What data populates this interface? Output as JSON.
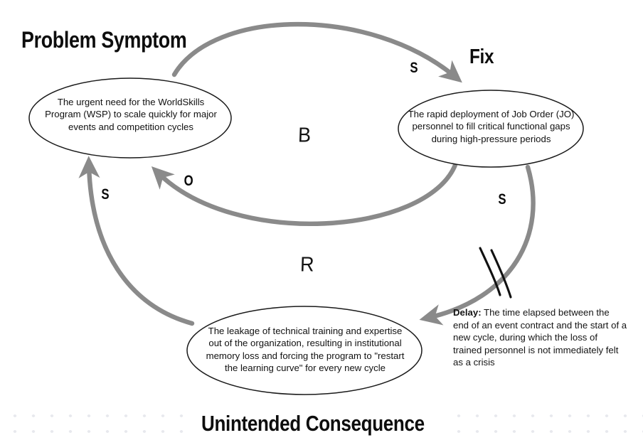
{
  "diagram": {
    "title_labels": {
      "problem_symptom": "Problem Symptom",
      "fix": "Fix",
      "unintended_consequence": "Unintended Consequence"
    },
    "nodes": [
      {
        "id": "problem-symptom",
        "role": "Problem Symptom",
        "text": "The urgent need for the WorldSkills Program (WSP) to scale quickly for major events and competition cycles"
      },
      {
        "id": "fix",
        "role": "Fix",
        "text": "The rapid deployment of Job Order (JO) personnel to fill critical functional gaps during high-pressure periods"
      },
      {
        "id": "unintended-consequence",
        "role": "Unintended Consequence",
        "text": "The leakage of technical training and expertise out of the organization, resulting in institutional memory loss and forcing the program to \"restart the learning curve\" for every new cycle"
      }
    ],
    "loop_labels": [
      {
        "id": "balancing",
        "label": "B"
      },
      {
        "id": "reinforcing",
        "label": "R"
      }
    ],
    "polarities": [
      {
        "id": "problem-to-fix",
        "label": "S"
      },
      {
        "id": "fix-to-problem",
        "label": "O"
      },
      {
        "id": "fix-to-consequence",
        "label": "S"
      },
      {
        "id": "consequence-to-problem",
        "label": "S"
      }
    ],
    "delay": {
      "label": "Delay:",
      "text": "The time elapsed between the end of an event contract and the start of a new cycle, during which the loss of trained personnel is not immediately felt as a crisis"
    },
    "colors": {
      "arrow": "#8a8a8a",
      "node_outline": "#1a1a1a",
      "text": "#111111",
      "background": "#ffffff",
      "dot_pattern": "#e8e9ee"
    }
  }
}
